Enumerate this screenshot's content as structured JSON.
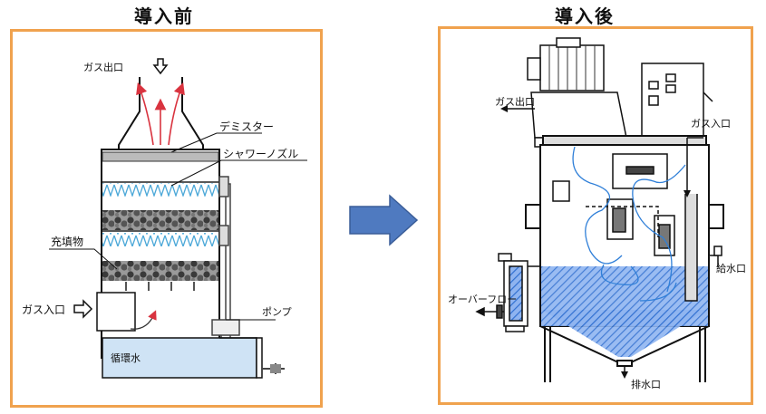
{
  "titles": {
    "before": "導入前",
    "after": "導入後"
  },
  "before_labels": {
    "gas_out": "ガス出口",
    "demister": "デミスター",
    "shower_nozzle": "シャワーノズル",
    "packing": "充填物",
    "gas_in": "ガス入口",
    "pump": "ポンプ",
    "circulating_water": "循環水"
  },
  "after_labels": {
    "gas_out": "ガス出口",
    "gas_in": "ガス入口",
    "water_supply": "給水口",
    "overflow": "オーバーフロー",
    "drain": "排水口"
  },
  "colors": {
    "panel_border": "#f0a24e",
    "arrow_fill": "#4f7ac0",
    "water": "#cfe3f5",
    "water_hatch": "#2f6fd0",
    "flow_red": "#d9333f"
  }
}
